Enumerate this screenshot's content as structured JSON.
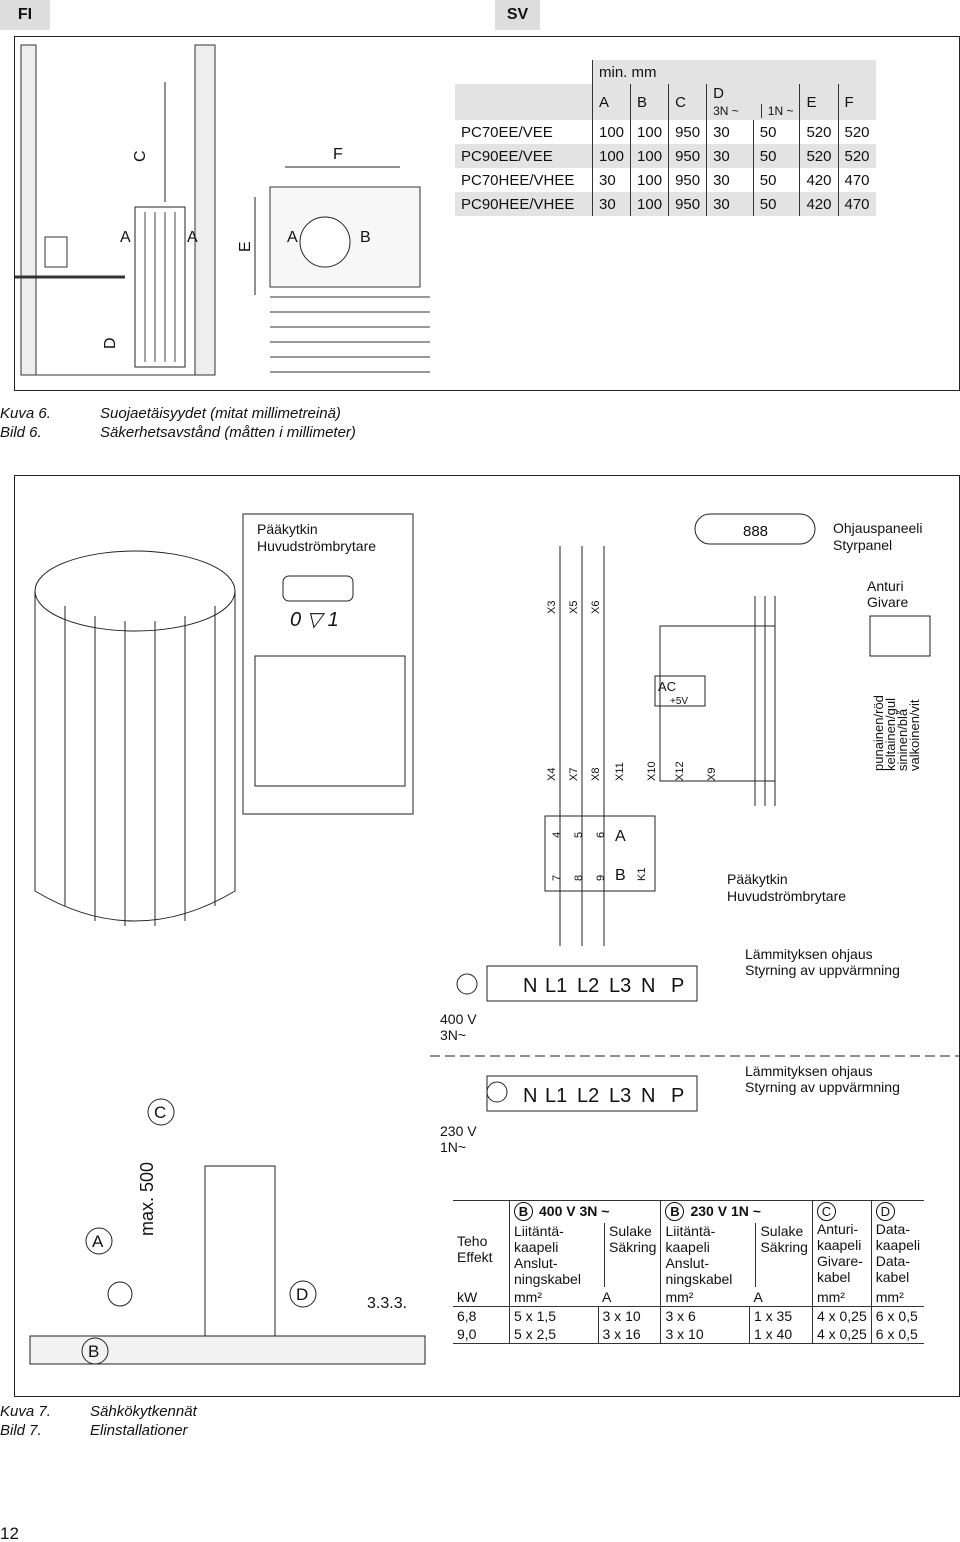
{
  "tabs": {
    "fi": "FI",
    "sv": "SV"
  },
  "figure6": {
    "labels": {
      "a": "A",
      "b": "B",
      "c": "C",
      "d": "D",
      "e": "E",
      "f": "F"
    },
    "table": {
      "unit": "min. mm",
      "headers": [
        "A",
        "B",
        "C",
        "D",
        "E",
        "F"
      ],
      "d_sub": [
        "3N ~",
        "1N ~"
      ],
      "rows": [
        [
          "PC70EE/VEE",
          "100",
          "100",
          "950",
          "30",
          "50",
          "520",
          "520"
        ],
        [
          "PC90EE/VEE",
          "100",
          "100",
          "950",
          "30",
          "50",
          "520",
          "520"
        ],
        [
          "PC70HEE/VHEE",
          "30",
          "100",
          "950",
          "30",
          "50",
          "420",
          "470"
        ],
        [
          "PC90HEE/VHEE",
          "30",
          "100",
          "950",
          "30",
          "50",
          "420",
          "470"
        ]
      ]
    },
    "caption": {
      "fi_num": "Kuva 6.",
      "sv_num": "Bild 6.",
      "fi": "Suojaetäisyydet (mitat millimetreinä)",
      "sv": "Säkerhetsavstånd (måtten i millimeter)"
    }
  },
  "figure7": {
    "main_switch": {
      "fi": "Pääkytkin",
      "sv": "Huvudströmbrytare",
      "symbol": "0 ▽ 1"
    },
    "panel": {
      "fi": "Ohjauspaneeli",
      "sv": "Styrpanel",
      "display": "888"
    },
    "sensor": {
      "fi": "Anturi",
      "sv": "Givare"
    },
    "wires": [
      "punainen/röd",
      "keltainen/gul",
      "sininen/blå",
      "valkoinen/vit"
    ],
    "connectors_top": [
      "X3",
      "X5",
      "X6"
    ],
    "connectors_bottom": [
      "X4",
      "X7",
      "X8",
      "X11",
      "X10",
      "X12",
      "X9"
    ],
    "ac": "AC",
    "v5": "+5V",
    "relay": {
      "top": [
        "4",
        "5",
        "6",
        "A"
      ],
      "bottom": [
        "7",
        "8",
        "9",
        "B"
      ],
      "k": "K1"
    },
    "switch_label": {
      "fi": "Pääkytkin",
      "sv": "Huvudströmbrytare"
    },
    "terminals": [
      "N",
      "L1",
      "L2",
      "L3",
      "N",
      "P"
    ],
    "heating_control": {
      "fi": "Lämmityksen ohjaus",
      "sv": "Styrning av uppvärmning"
    },
    "supply_400": [
      "400 V",
      "3N~"
    ],
    "supply_230": [
      "230 V",
      "1N~"
    ],
    "install": {
      "a": "A",
      "b": "B",
      "c": "C",
      "d": "D",
      "max": "max. 500",
      "ref": "3.3.3."
    },
    "table": {
      "col_teho": [
        "Teho",
        "Effekt"
      ],
      "group_400": "400 V 3N ~",
      "group_230": "230 V 1N ~",
      "b": "B",
      "c": "C",
      "d": "D",
      "cable": [
        "Liitäntä-",
        "kaapeli",
        "Anslut-",
        "ningskabel"
      ],
      "fuse": [
        "Sulake",
        "Säkring"
      ],
      "sensor_cable": [
        "Anturi-",
        "kaapeli",
        "Givare-",
        "kabel"
      ],
      "data_cable": [
        "Data-",
        "kaapeli",
        "Data-",
        "kabel"
      ],
      "units": [
        "kW",
        "mm²",
        "A",
        "mm²",
        "A",
        "mm²",
        "mm²"
      ],
      "rows": [
        [
          "6,8",
          "5 x 1,5",
          "3 x 10",
          "3 x 6",
          "1 x 35",
          "4 x 0,25",
          "6 x 0,5"
        ],
        [
          "9,0",
          "5 x 2,5",
          "3 x 16",
          "3 x 10",
          "1 x 40",
          "4 x 0,25",
          "6 x 0,5"
        ]
      ]
    },
    "caption": {
      "fi_num": "Kuva 7.",
      "sv_num": "Bild 7.",
      "fi": "Sähkökytkennät",
      "sv": "Elinstallationer"
    }
  },
  "page_number": "12"
}
